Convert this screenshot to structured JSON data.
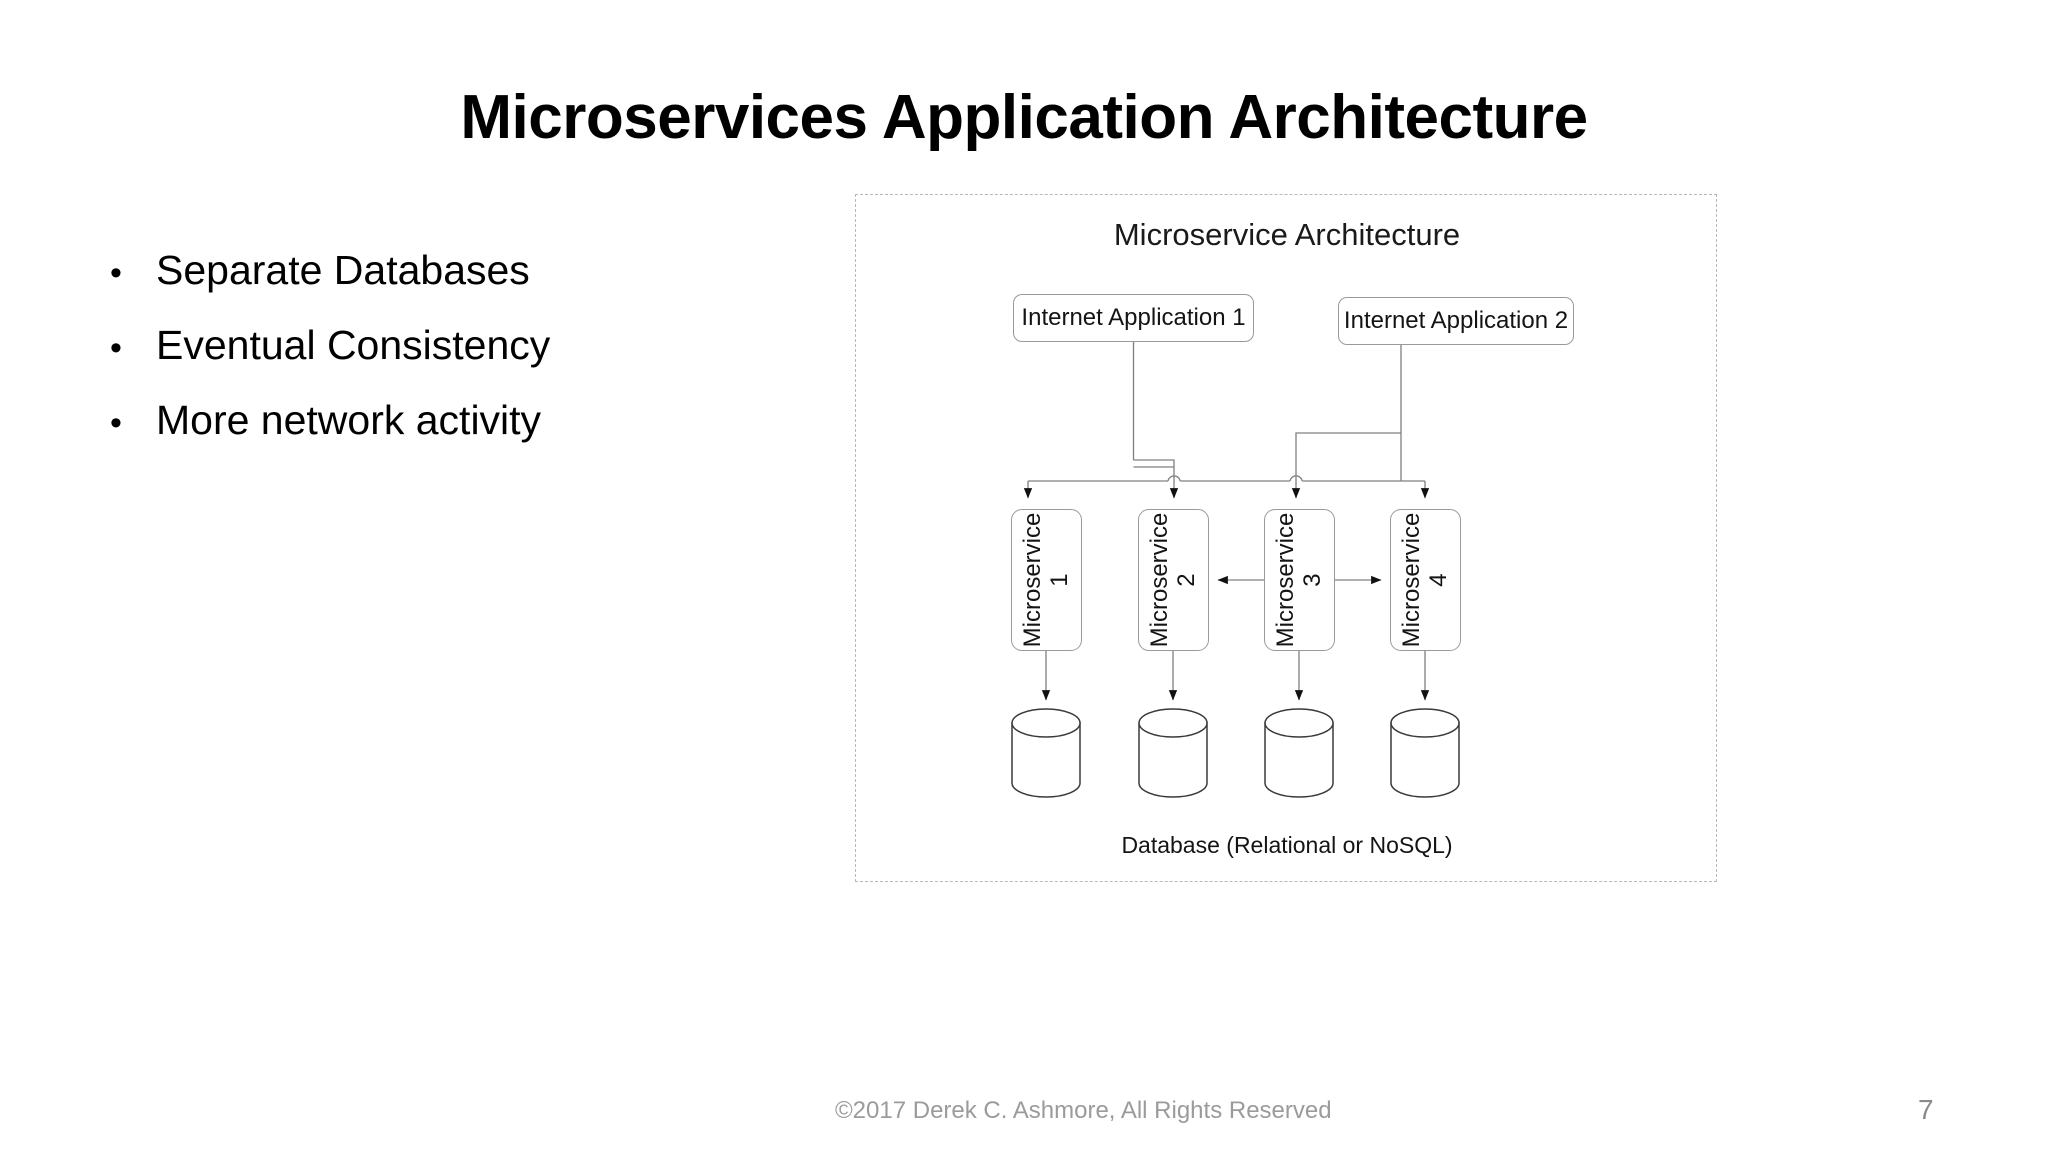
{
  "slide": {
    "title": "Microservices Application Architecture",
    "page_number": "7",
    "copyright": "©2017 Derek C. Ashmore, All Rights Reserved",
    "background_color": "#ffffff",
    "title_color": "#000000",
    "footer_color": "#9b9b9b"
  },
  "bullets": [
    {
      "marker": "•",
      "text": "Separate Databases"
    },
    {
      "marker": "•",
      "text": "Eventual Consistency"
    },
    {
      "marker": "•",
      "text": "More network activity"
    }
  ],
  "diagram": {
    "title": "Microservice Architecture",
    "caption": "Database (Relational or NoSQL)",
    "frame_border_color": "#b8b8b8",
    "node_border_color": "#9a9a9a",
    "connector_color": "#808080",
    "arrow_color": "#111111",
    "apps": [
      {
        "label": "Internet Application 1"
      },
      {
        "label": "Internet Application 2"
      }
    ],
    "microservices": [
      {
        "name": "Microservice",
        "number": "1"
      },
      {
        "name": "Microservice",
        "number": "2"
      },
      {
        "name": "Microservice",
        "number": "3"
      },
      {
        "name": "Microservice",
        "number": "4"
      }
    ],
    "databases": [
      {
        "label": ""
      },
      {
        "label": ""
      },
      {
        "label": ""
      },
      {
        "label": ""
      }
    ],
    "edges": [
      {
        "from": "Internet Application 1",
        "to": "Microservice 1",
        "type": "arrow"
      },
      {
        "from": "Internet Application 1",
        "to": "Microservice 2",
        "type": "arrow"
      },
      {
        "from": "Internet Application 2",
        "to": "Microservice 3",
        "type": "arrow"
      },
      {
        "from": "Internet Application 2",
        "to": "Microservice 4",
        "type": "arrow"
      },
      {
        "from": "Microservice 3",
        "to": "Microservice 2",
        "type": "arrow"
      },
      {
        "from": "Microservice 3",
        "to": "Microservice 4",
        "type": "arrow"
      },
      {
        "from": "Microservice 1",
        "to": "Database 1",
        "type": "arrow"
      },
      {
        "from": "Microservice 2",
        "to": "Database 2",
        "type": "arrow"
      },
      {
        "from": "Microservice 3",
        "to": "Database 3",
        "type": "arrow"
      },
      {
        "from": "Microservice 4",
        "to": "Database 4",
        "type": "arrow"
      }
    ]
  }
}
